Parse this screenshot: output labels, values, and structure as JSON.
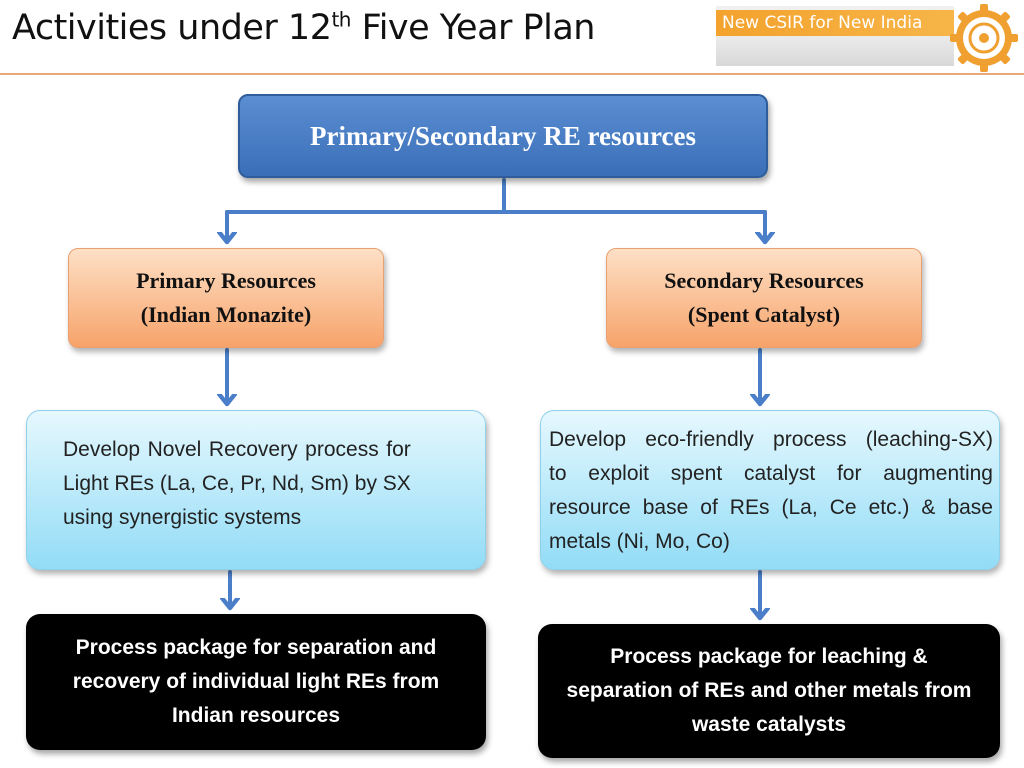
{
  "header": {
    "title_main": "Activities under 12",
    "title_sup": "th",
    "title_end": " Five Year Plan",
    "banner_text": "New CSIR for New India"
  },
  "icons": {
    "logo": "csir-gear-logo"
  },
  "colors": {
    "root_fill": "#3a6fb8",
    "orange_fill": "#f7a36a",
    "blue_fill": "#92dcf6",
    "output_fill": "#000000",
    "connector": "#4a7ec8",
    "banner": "#f3a22d"
  },
  "diagram": {
    "root": {
      "label": "Primary/Secondary RE resources"
    },
    "primary": {
      "line1": "Primary Resources",
      "line2": "(Indian Monazite)",
      "desc_lines": [
        "Develop Novel Recovery process for",
        "Light REs (La, Ce, Pr, Nd, Sm) by SX",
        "using synergistic systems"
      ],
      "output_lines": [
        "Process package for separation  and",
        "recovery of  individual light REs from",
        "Indian resources"
      ]
    },
    "secondary": {
      "line1": "Secondary Resources",
      "line2": "(Spent Catalyst)",
      "desc_lines": [
        "Develop eco-friendly process (leaching-SX)",
        "to exploit spent catalyst for augmenting",
        "resource base of REs (La, Ce etc.) & base",
        "metals (Ni, Mo, Co)"
      ],
      "output_lines": [
        "Process package for leaching  &",
        "separation of REs and other metals from",
        "waste catalysts"
      ]
    }
  }
}
